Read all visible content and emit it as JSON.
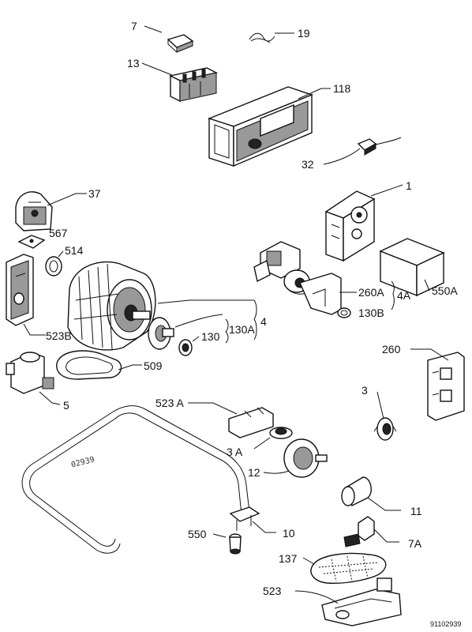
{
  "labels": {
    "p7": "7",
    "p19": "19",
    "p13": "13",
    "p118": "118",
    "p32": "32",
    "p37": "37",
    "p1": "1",
    "p567": "567",
    "p514": "514",
    "p260A": "260A",
    "p4A": "4A",
    "p550A": "550A",
    "p130B": "130B",
    "p4": "4",
    "p130A": "130A",
    "p130": "130",
    "p523B": "523B",
    "p509": "509",
    "p260": "260",
    "p5": "5",
    "p3": "3",
    "p523A": "523 A",
    "p3A": "3 A",
    "p12": "12",
    "p11": "11",
    "p550": "550",
    "p10": "10",
    "p7A": "7A",
    "p137": "137",
    "p523": "523"
  },
  "handwritten_note": "02939",
  "drawing_ref": "91102939"
}
